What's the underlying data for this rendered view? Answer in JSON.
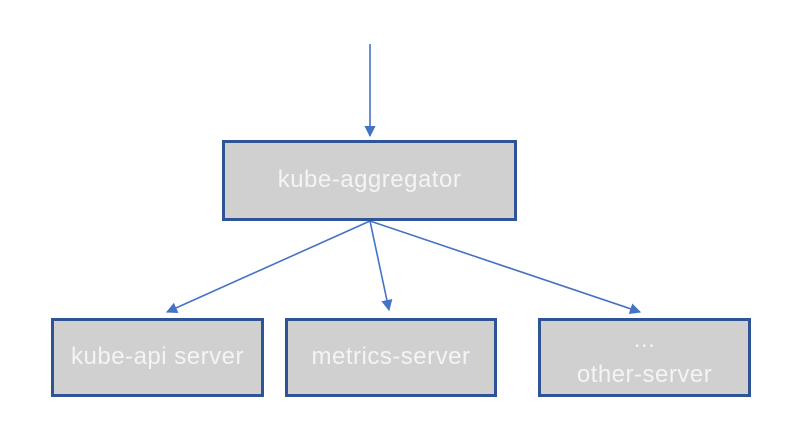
{
  "diagram": {
    "type": "architecture-flow",
    "colors": {
      "box_fill": "#d1d0d0",
      "box_border": "#2f5496",
      "arrow": "#4472c4",
      "text": "#f4f4f4",
      "background": "#ffffff"
    },
    "nodes": {
      "aggregator": {
        "label": "kube-aggregator"
      },
      "kube_api": {
        "label": "kube-api server"
      },
      "metrics": {
        "label": "metrics-server"
      },
      "other": {
        "label_line1": "...",
        "label_line2": "other-server"
      }
    },
    "edges": [
      {
        "from": "external",
        "to": "kube-aggregator"
      },
      {
        "from": "kube-aggregator",
        "to": "kube-api server"
      },
      {
        "from": "kube-aggregator",
        "to": "metrics-server"
      },
      {
        "from": "kube-aggregator",
        "to": "other-server"
      }
    ]
  }
}
